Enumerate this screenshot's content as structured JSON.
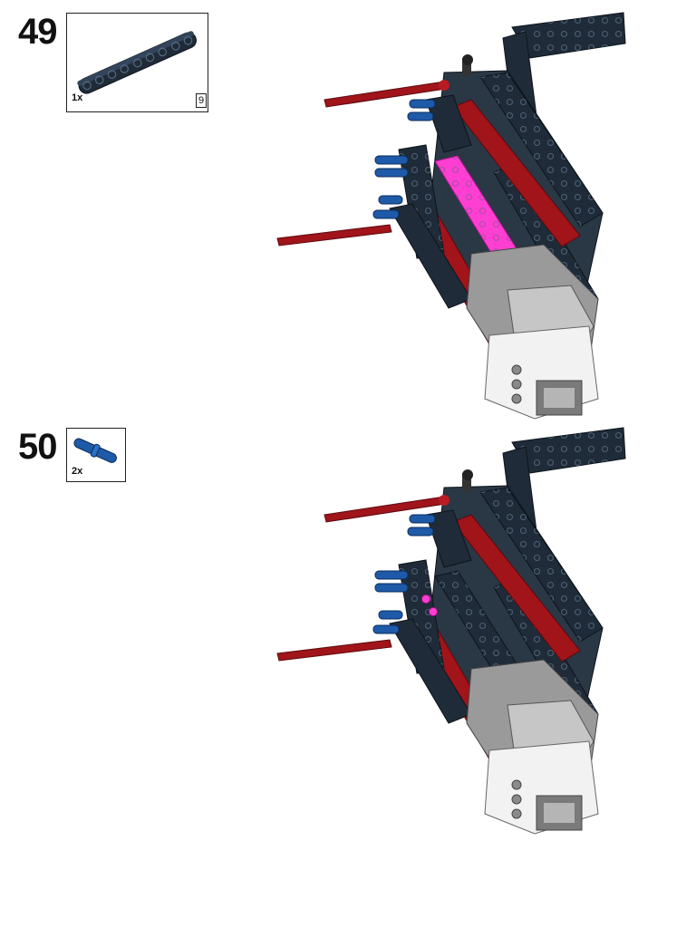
{
  "steps": [
    {
      "number": "49",
      "parts": [
        {
          "quantity": "1x",
          "length": "9",
          "part_icon": "beam-9-dark-bluish-gray-icon"
        }
      ]
    },
    {
      "number": "50",
      "parts": [
        {
          "quantity": "2x",
          "part_icon": "axle-pin-blue-icon"
        }
      ]
    }
  ],
  "colors": {
    "dark_beam": "#1f2b38",
    "red_beam": "#a0141a",
    "highlight": "#ff3fd2",
    "blue_pin": "#1e5aa8",
    "light_gray": "#c6c6c6",
    "white": "#f2f2f2"
  }
}
